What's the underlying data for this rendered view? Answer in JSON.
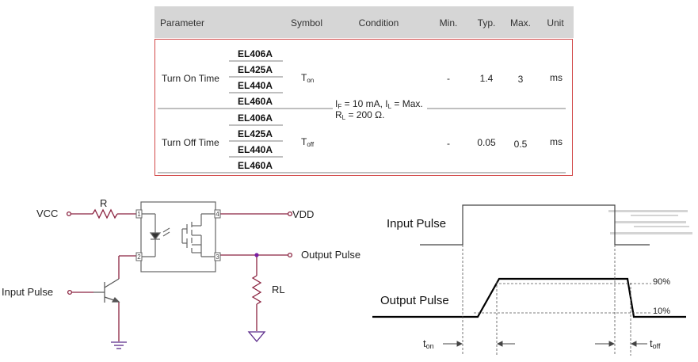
{
  "table": {
    "headers": {
      "parameter": "Parameter",
      "symbol": "Symbol",
      "condition": "Condition",
      "min": "Min.",
      "typ": "Typ.",
      "max": "Max.",
      "unit": "Unit"
    },
    "condition": {
      "line1_a": "I",
      "line1_sub_f": "F",
      "line1_b": " = 10 mA, I",
      "line1_sub_l": "L",
      "line1_c": " = Max.",
      "line2_a": "R",
      "line2_sub_l": "L",
      "line2_b": " = 200 Ω."
    },
    "rows": [
      {
        "parameter": "Turn On Time",
        "models": [
          "EL406A",
          "EL425A",
          "EL440A",
          "EL460A"
        ],
        "symbol_main": "T",
        "symbol_sub": "on",
        "min": "-",
        "typ": "1.4",
        "max": "3",
        "unit": "ms"
      },
      {
        "parameter": "Turn Off Time",
        "models": [
          "EL406A",
          "EL425A",
          "EL440A",
          "EL460A"
        ],
        "symbol_main": "T",
        "symbol_sub": "off",
        "min": "-",
        "typ": "0.05",
        "max": "0.5",
        "unit": "ms"
      }
    ]
  },
  "circuit": {
    "vcc": "VCC",
    "resistor_r": "R",
    "vdd": "VDD",
    "output_pulse": "Output Pulse",
    "input_pulse": "Input Pulse",
    "rl": "RL",
    "pins": [
      "1",
      "2",
      "3",
      "4"
    ]
  },
  "timing": {
    "input_pulse": "Input Pulse",
    "output_pulse": "Output Pulse",
    "pct90": "90%",
    "pct10": "10%",
    "ton_main": "t",
    "ton_sub": "on",
    "toff_main": "t",
    "toff_sub": "off"
  },
  "colors": {
    "wire": "#8b2340",
    "node": "#7a1fa2",
    "ground": "#5b2a8a",
    "table_border": "#d24848",
    "header_bg": "#d6d6d6"
  }
}
